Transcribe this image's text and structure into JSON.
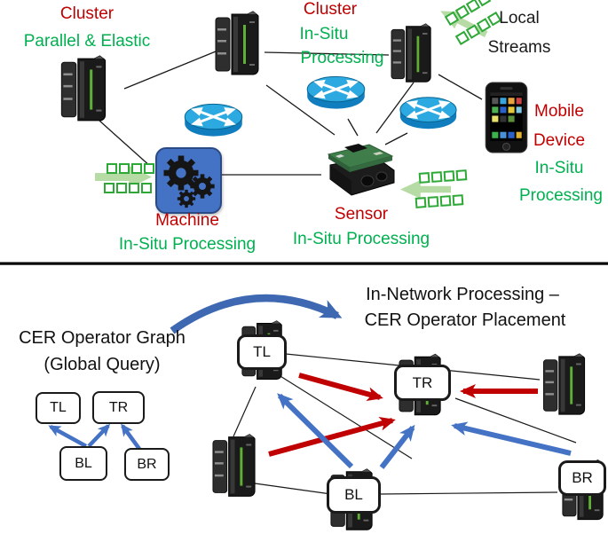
{
  "colors": {
    "red_text": "#C00000",
    "green_text": "#00B050",
    "blue_arrow": "#4472C4",
    "red_arrow": "#C00000",
    "router_blue": "#2BA9E0",
    "machine_box_blue": "#4472C4",
    "stream_arrow_green": "#AFD79A",
    "token_green": "#2EA836"
  },
  "top_panel": {
    "cluster_parallel": {
      "title": "Cluster",
      "subtitle": "Parallel & Elastic"
    },
    "cluster_insitu": {
      "title": "Cluster",
      "line1": "In-Situ",
      "line2": "Processing"
    },
    "local_streams": {
      "line1": "Local",
      "line2": "Streams"
    },
    "mobile_device": {
      "line1": "Mobile",
      "line2": "Device",
      "line3": "In-Situ",
      "line4": "Processing"
    },
    "machine": {
      "title": "Machine",
      "subtitle": "In-Situ Processing"
    },
    "sensor": {
      "title": "Sensor",
      "subtitle": "In-Situ Processing"
    }
  },
  "bottom_panel": {
    "operator_graph": {
      "title_line1": "CER Operator Graph",
      "title_line2": "(Global Query)",
      "nodes": {
        "tl": "TL",
        "tr": "TR",
        "bl": "BL",
        "br": "BR"
      },
      "edges": [
        "BL→TL",
        "BL→TR",
        "BR→TR"
      ]
    },
    "placement": {
      "title_line1": "In-Network Processing –",
      "title_line2": "CER Operator Placement",
      "nodes": {
        "tl": "TL",
        "tr": "TR",
        "bl": "BL",
        "br": "BR"
      },
      "red_flows": [
        "TL→TR",
        "left-server→TR",
        "right-server→TR"
      ],
      "blue_flows": [
        "BL→TL",
        "BL→TR",
        "BR→TR"
      ]
    }
  }
}
